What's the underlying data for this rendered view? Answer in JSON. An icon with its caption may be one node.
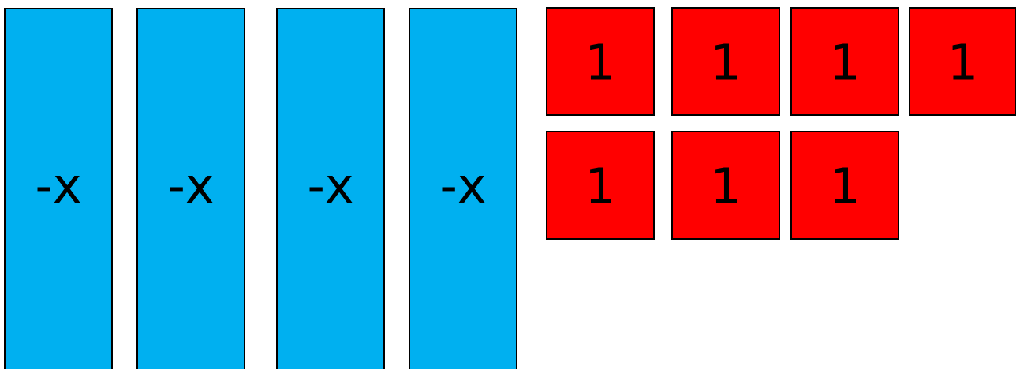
{
  "diagram": {
    "nodes": [
      {
        "text": [
          "-x"
        ]
      },
      {
        "text": [
          "-x"
        ]
      },
      {
        "text": [
          "-x"
        ]
      },
      {
        "text": [
          "-x"
        ]
      },
      {
        "text": [
          "1"
        ]
      },
      {
        "text": [
          "1"
        ]
      },
      {
        "text": [
          "1"
        ]
      },
      {
        "text": [
          "1"
        ]
      },
      {
        "text": [
          "1"
        ]
      },
      {
        "text": [
          "1"
        ]
      },
      {
        "text": [
          "1"
        ]
      }
    ]
  }
}
